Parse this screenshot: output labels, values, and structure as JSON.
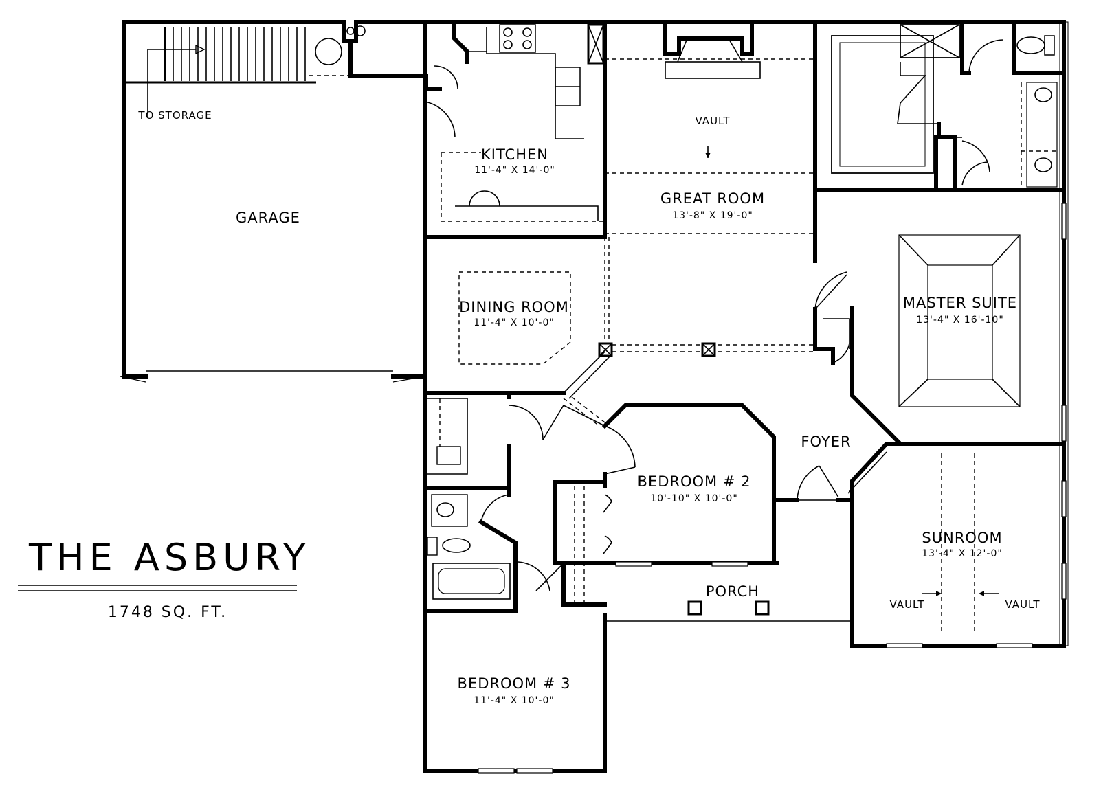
{
  "plan": {
    "name": "THE ASBURY",
    "area": "1748 SQ. FT."
  },
  "rooms": {
    "garage": {
      "name": "GARAGE"
    },
    "storage_note": "TO STORAGE",
    "kitchen": {
      "name": "KITCHEN",
      "size": "11'-4\" X 14'-0\""
    },
    "great_room": {
      "name": "GREAT ROOM",
      "size": "13'-8\" X 19'-0\"",
      "ceiling": "VAULT"
    },
    "dining_room": {
      "name": "DINING ROOM",
      "size": "11'-4\" X 10'-0\""
    },
    "master_suite": {
      "name": "MASTER SUITE",
      "size": "13'-4\" X 16'-10\""
    },
    "foyer": {
      "name": "FOYER"
    },
    "bedroom2": {
      "name": "BEDROOM # 2",
      "size": "10'-10\" X 10'-0\""
    },
    "sunroom": {
      "name": "SUNROOM",
      "size": "13'-4\" X 12'-0\"",
      "ceiling_left": "VAULT",
      "ceiling_right": "VAULT"
    },
    "porch": {
      "name": "PORCH"
    },
    "bedroom3": {
      "name": "BEDROOM # 3",
      "size": "11'-4\" X 10'-0\""
    }
  }
}
